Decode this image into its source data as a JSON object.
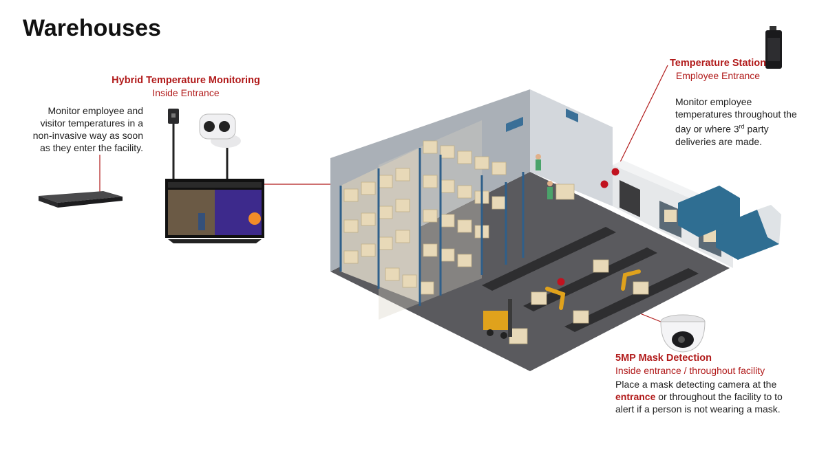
{
  "page": {
    "title": "Warehouses"
  },
  "hybrid": {
    "title": "Hybrid Temperature Monitoring",
    "subtitle": "Inside Entrance",
    "description": "Monitor employee and visitor temperatures in a non-invasive way as soon as they enter the facility."
  },
  "station": {
    "title_bold": "Temperature Station",
    "title_rest": " Employee Entrance",
    "desc_pre": "Monitor employee temperatures throughout the day or where 3",
    "desc_sup": "rd",
    "desc_post": " party deliveries are made."
  },
  "mask": {
    "title": "5MP Mask Detection",
    "subtitle": "Inside entrance / throughout facility",
    "desc_pre": "Place a mask detecting camera at the ",
    "desc_bold": "entrance",
    "desc_post": " or throughout the facility to to alert if a person is not wearing a mask."
  },
  "colors": {
    "accent": "#b11a1a",
    "floor": "#5a5a5e",
    "wall": "#c9cdd2",
    "rack": "#2f5f8a",
    "box": "#e8d9b8",
    "truck": "#2f6e92"
  },
  "icons": [
    "nvr-recorder-icon",
    "thermal-camera-icon",
    "monitor-display-icon",
    "temperature-station-icon",
    "dome-camera-icon",
    "warehouse-illustration"
  ]
}
